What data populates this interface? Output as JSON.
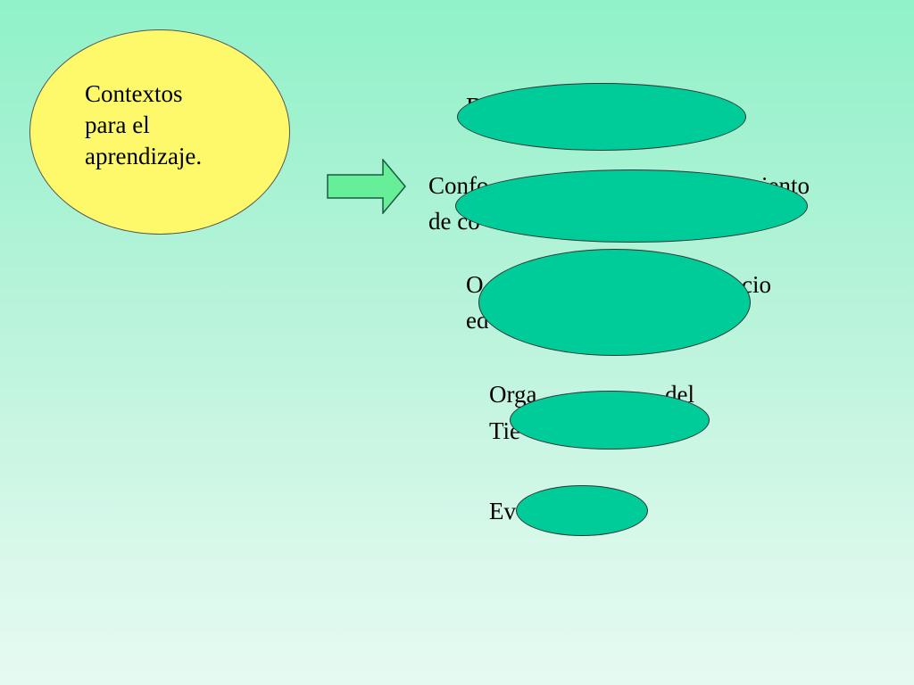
{
  "main_topic": {
    "label": "Contextos\npara el\naprendizaje."
  },
  "items": [
    {
      "lines": [
        "D"
      ]
    },
    {
      "lines": [
        "Confo",
        "iento",
        "de co"
      ]
    },
    {
      "lines": [
        "O",
        "cio",
        "ed"
      ]
    },
    {
      "lines": [
        "Orga",
        "del",
        "Tie"
      ]
    },
    {
      "lines": [
        "Ev"
      ]
    }
  ],
  "colors": {
    "background_top": "#90f2c8",
    "background_bottom": "#e6faf1",
    "main_ellipse": "#fdf96b",
    "cover_ellipse": "#00cc99",
    "arrow_fill": "#66ee99"
  }
}
